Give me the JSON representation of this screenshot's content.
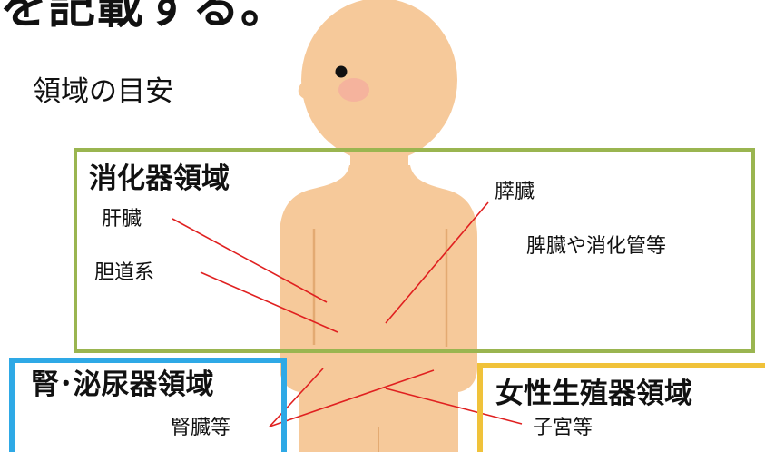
{
  "heading": {
    "top_cropped_text": "を記載する。"
  },
  "legend": {
    "title": "領域の目安"
  },
  "regions": {
    "digestive": {
      "title": "消化器領域",
      "color": "#9ab550",
      "organs": {
        "liver": "肝臓",
        "biliary": "胆道系",
        "pancreas": "膵臓",
        "spleen_etc": "脾臓や消化管等"
      }
    },
    "renal_urinary": {
      "title": "腎･泌尿器領域",
      "color": "#2ea9e6",
      "organs": {
        "kidney_etc": "腎臓等"
      }
    },
    "female_reproductive": {
      "title": "女性生殖器領域",
      "color": "#f0c23a",
      "organs": {
        "uterus_etc": "子宮等"
      }
    }
  },
  "colors": {
    "skin": "#f6c99a",
    "skin_outline": "#e7b07e",
    "cheek": "#f4a0a0",
    "eye": "#111111",
    "leader_line": "#e02020"
  },
  "illustration": {
    "subject": "child-body-illustration"
  }
}
